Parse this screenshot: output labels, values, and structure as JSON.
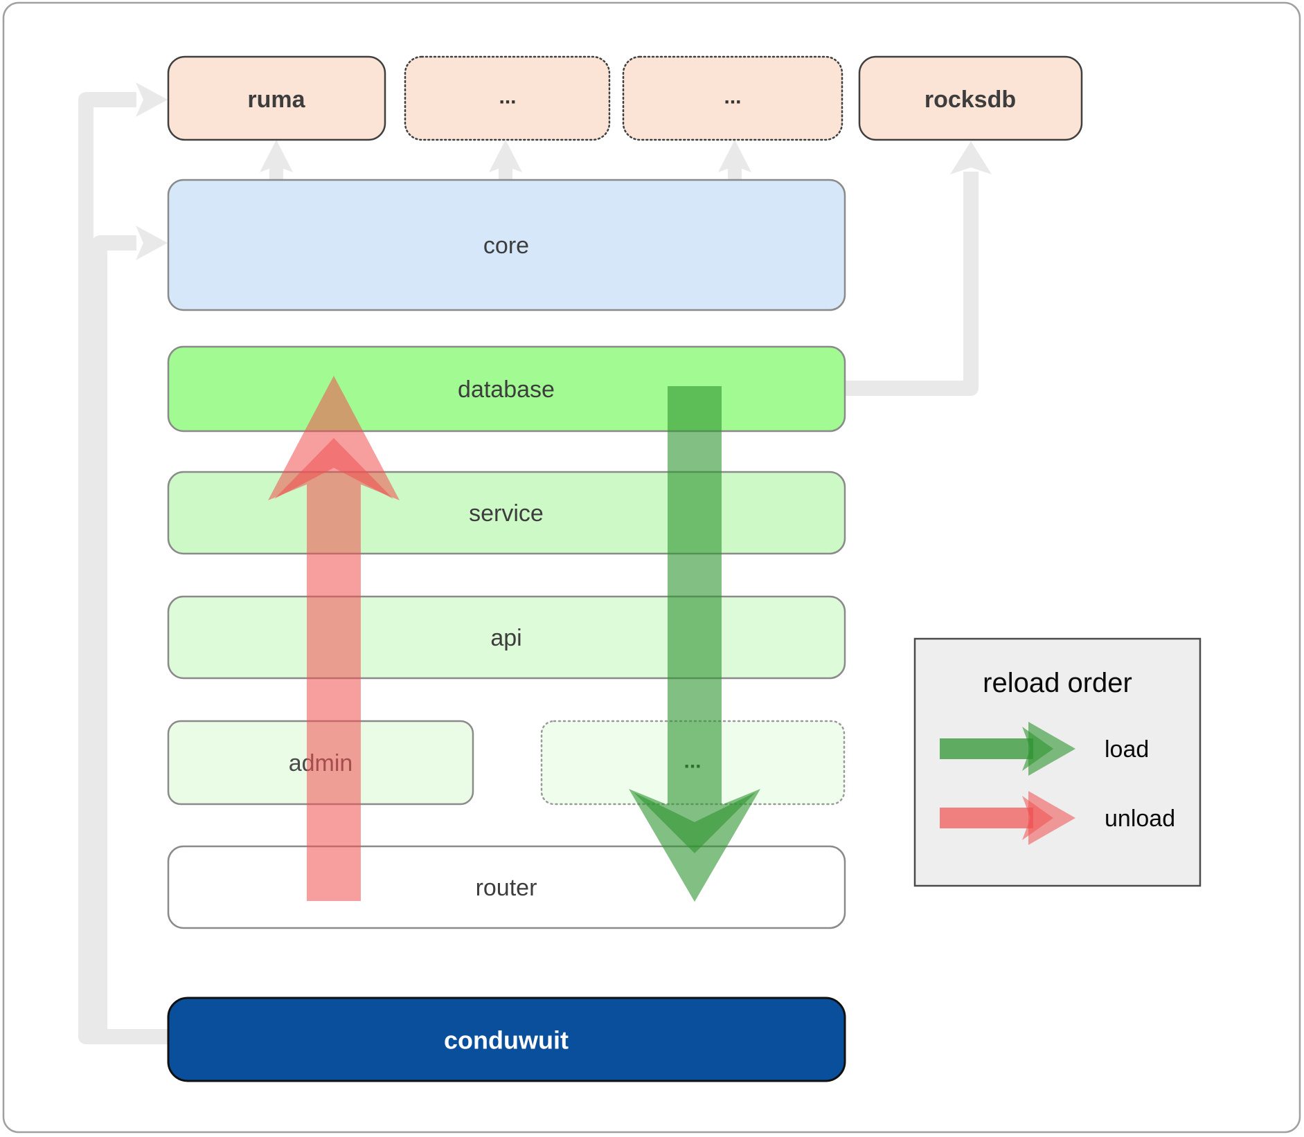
{
  "boxes": {
    "ruma": "ruma",
    "ellipsis_top_1": "...",
    "ellipsis_top_2": "...",
    "rocksdb": "rocksdb",
    "core": "core",
    "database": "database",
    "service": "service",
    "api": "api",
    "admin": "admin",
    "ellipsis_admin": "...",
    "router": "router",
    "conduwuit": "conduwuit"
  },
  "legend": {
    "title": "reload order",
    "load_label": "load",
    "unload_label": "unload"
  },
  "colors": {
    "peach_box": "#fbe4d5",
    "core_blue": "#d5e7f9",
    "database_green": "#a2fa92",
    "service_green": "#cdf9c6",
    "api_green": "#defbd9",
    "admin_green": "#eafce6",
    "router_white": "#ffffff",
    "conduwuit_blue": "#0a4f9b",
    "load_arrow_green": "#2e9431",
    "unload_arrow_red": "#f15050",
    "connector_gray": "#e9e9e9",
    "legend_bg": "#eeeeee"
  }
}
